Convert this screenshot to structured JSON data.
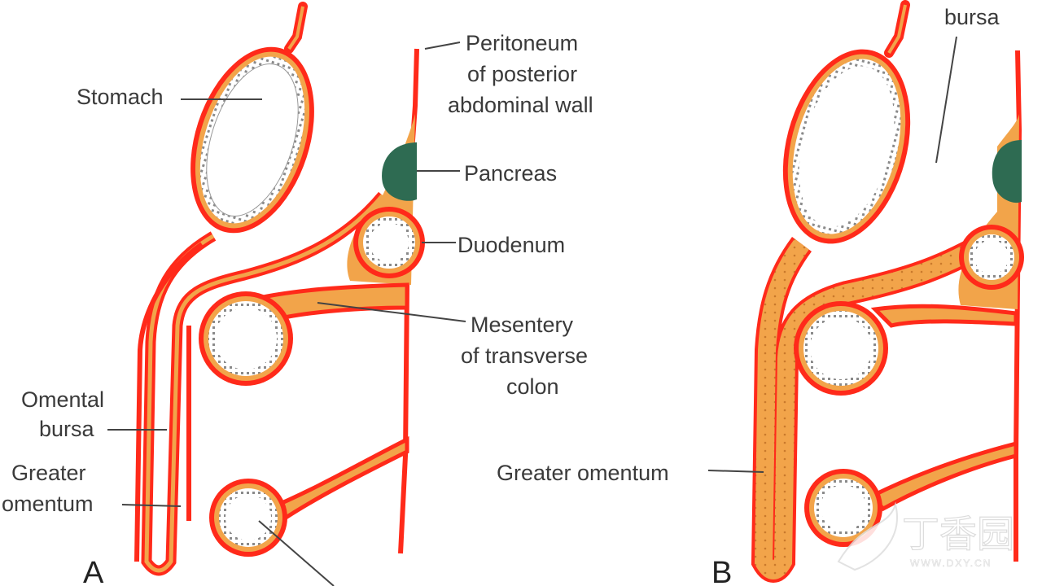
{
  "panels": [
    {
      "letter": "A",
      "labels": {
        "stomach": "Stomach",
        "peritoneum_1": "Peritoneum",
        "peritoneum_2": "of posterior",
        "peritoneum_3": "abdominal wall",
        "pancreas": "Pancreas",
        "duodenum": "Duodenum",
        "mesentery_1": "Mesentery",
        "mesentery_2": "of transverse",
        "mesentery_3": "colon",
        "omental_1": "Omental",
        "omental_2": "bursa",
        "greater_1": "Greater",
        "greater_2": "omentum"
      }
    },
    {
      "letter": "B",
      "labels": {
        "bursa": "bursa",
        "greater_omentum": "Greater omentum"
      }
    }
  ],
  "watermark": {
    "text": "丁香园",
    "url": "WWW.DXY.CN"
  },
  "colors": {
    "peritoneum": "#ff2a1a",
    "fat": "#f2a44a",
    "pancreas": "#2e6b52",
    "wall_dots": "#888888",
    "leader": "#444444"
  }
}
